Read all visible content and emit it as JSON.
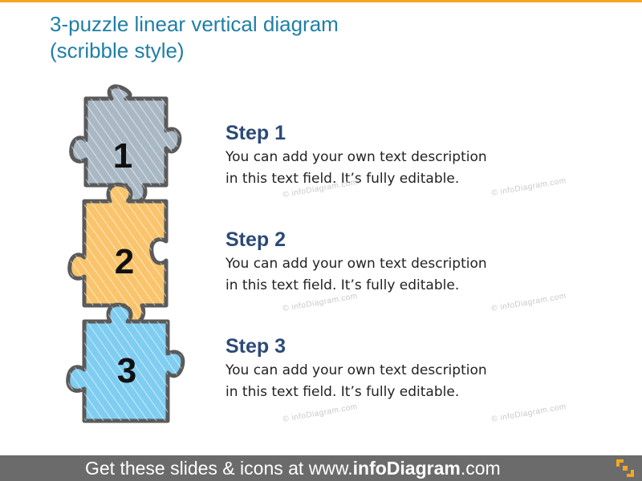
{
  "title": {
    "line1": "3-puzzle linear vertical diagram",
    "line2": "(scribble style)"
  },
  "steps": [
    {
      "number": "1",
      "heading": "Step 1",
      "line1": "You can add your own text description",
      "line2": "in this text field. It’s fully editable.",
      "fill": "#a9b8c4"
    },
    {
      "number": "2",
      "heading": "Step 2",
      "line1": "You can add your own text description",
      "line2": "in this text field. It’s fully editable.",
      "fill": "#f9c46b"
    },
    {
      "number": "3",
      "heading": "Step 3",
      "line1": "You can add your own text description",
      "line2": "in this text field. It’s fully editable.",
      "fill": "#7fcdf0"
    }
  ],
  "watermark": "© infoDiagram.com",
  "footer": {
    "prefix": "Get these slides & icons at www.",
    "brand": "infoDiagram",
    "suffix": ".com"
  },
  "colors": {
    "accent": "#f5a623",
    "title": "#1f7fa6",
    "heading": "#2c4a78",
    "outline": "#5a5a5a",
    "footer_bg": "#6b6b6b"
  }
}
